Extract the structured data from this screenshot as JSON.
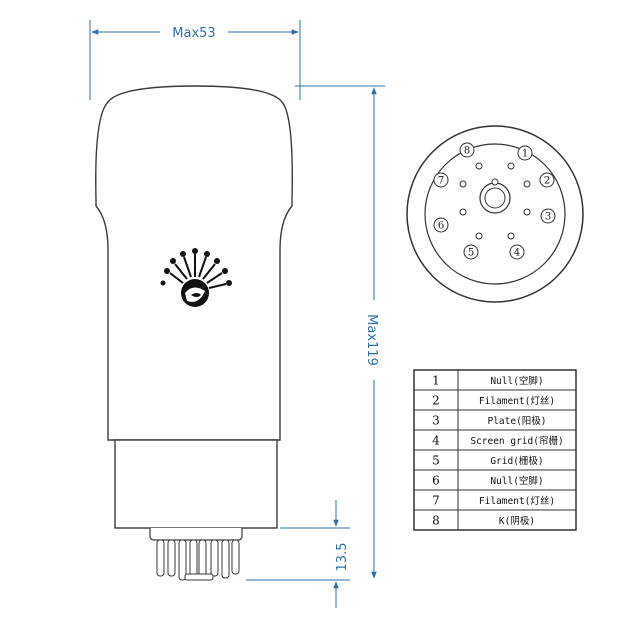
{
  "dimensions": {
    "width_label": "Max53",
    "height_label": "Max119",
    "pin_length_label": "13.5"
  },
  "colors": {
    "dimension": "#2f6fa8",
    "outline": "#3a3a3a",
    "tube_glass": "#ffffff",
    "logo": "#111111"
  },
  "base_pins": [
    "1",
    "2",
    "3",
    "4",
    "5",
    "6",
    "7",
    "8"
  ],
  "pin_table": [
    {
      "number": "1",
      "description": "Null(空脚)"
    },
    {
      "number": "2",
      "description": "Filament(灯丝)"
    },
    {
      "number": "3",
      "description": "Plate(阳极)"
    },
    {
      "number": "4",
      "description": "Screen grid(帘栅)"
    },
    {
      "number": "5",
      "description": "Grid(栅极)"
    },
    {
      "number": "6",
      "description": "Null(空脚)"
    },
    {
      "number": "7",
      "description": "Filament(灯丝)"
    },
    {
      "number": "8",
      "description": "K(阴极)"
    }
  ]
}
